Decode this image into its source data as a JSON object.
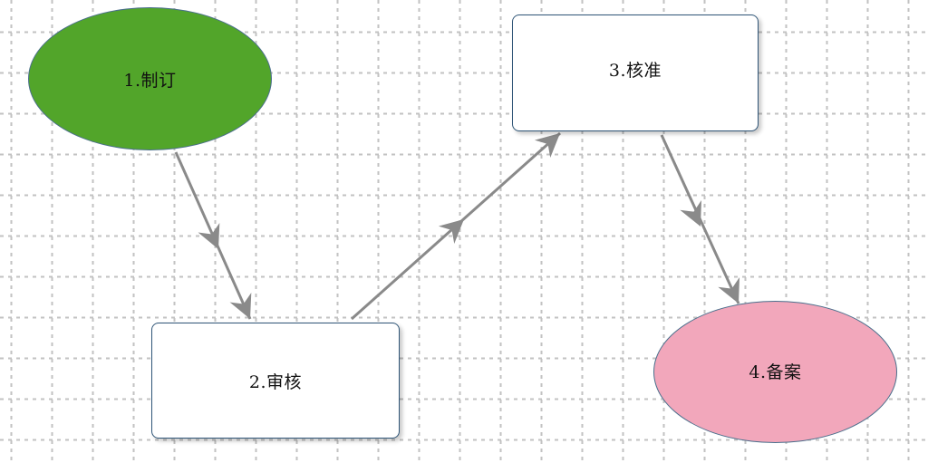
{
  "nodes": [
    {
      "id": "n1",
      "label": "1.制订",
      "shape": "ellipse",
      "fill": "#52a52a"
    },
    {
      "id": "n2",
      "label": "2.审核",
      "shape": "rounded-rect",
      "fill": "#ffffff"
    },
    {
      "id": "n3",
      "label": "3.核准",
      "shape": "rounded-rect",
      "fill": "#ffffff"
    },
    {
      "id": "n4",
      "label": "4.备案",
      "shape": "ellipse",
      "fill": "#f2a7bb"
    }
  ],
  "edges": [
    {
      "from": "n1",
      "to": "n2"
    },
    {
      "from": "n2",
      "to": "n3"
    },
    {
      "from": "n3",
      "to": "n4"
    }
  ],
  "colors": {
    "edge": "#8a8a8a",
    "grid": "#c2c2c2",
    "node_border": "#2f5577"
  }
}
